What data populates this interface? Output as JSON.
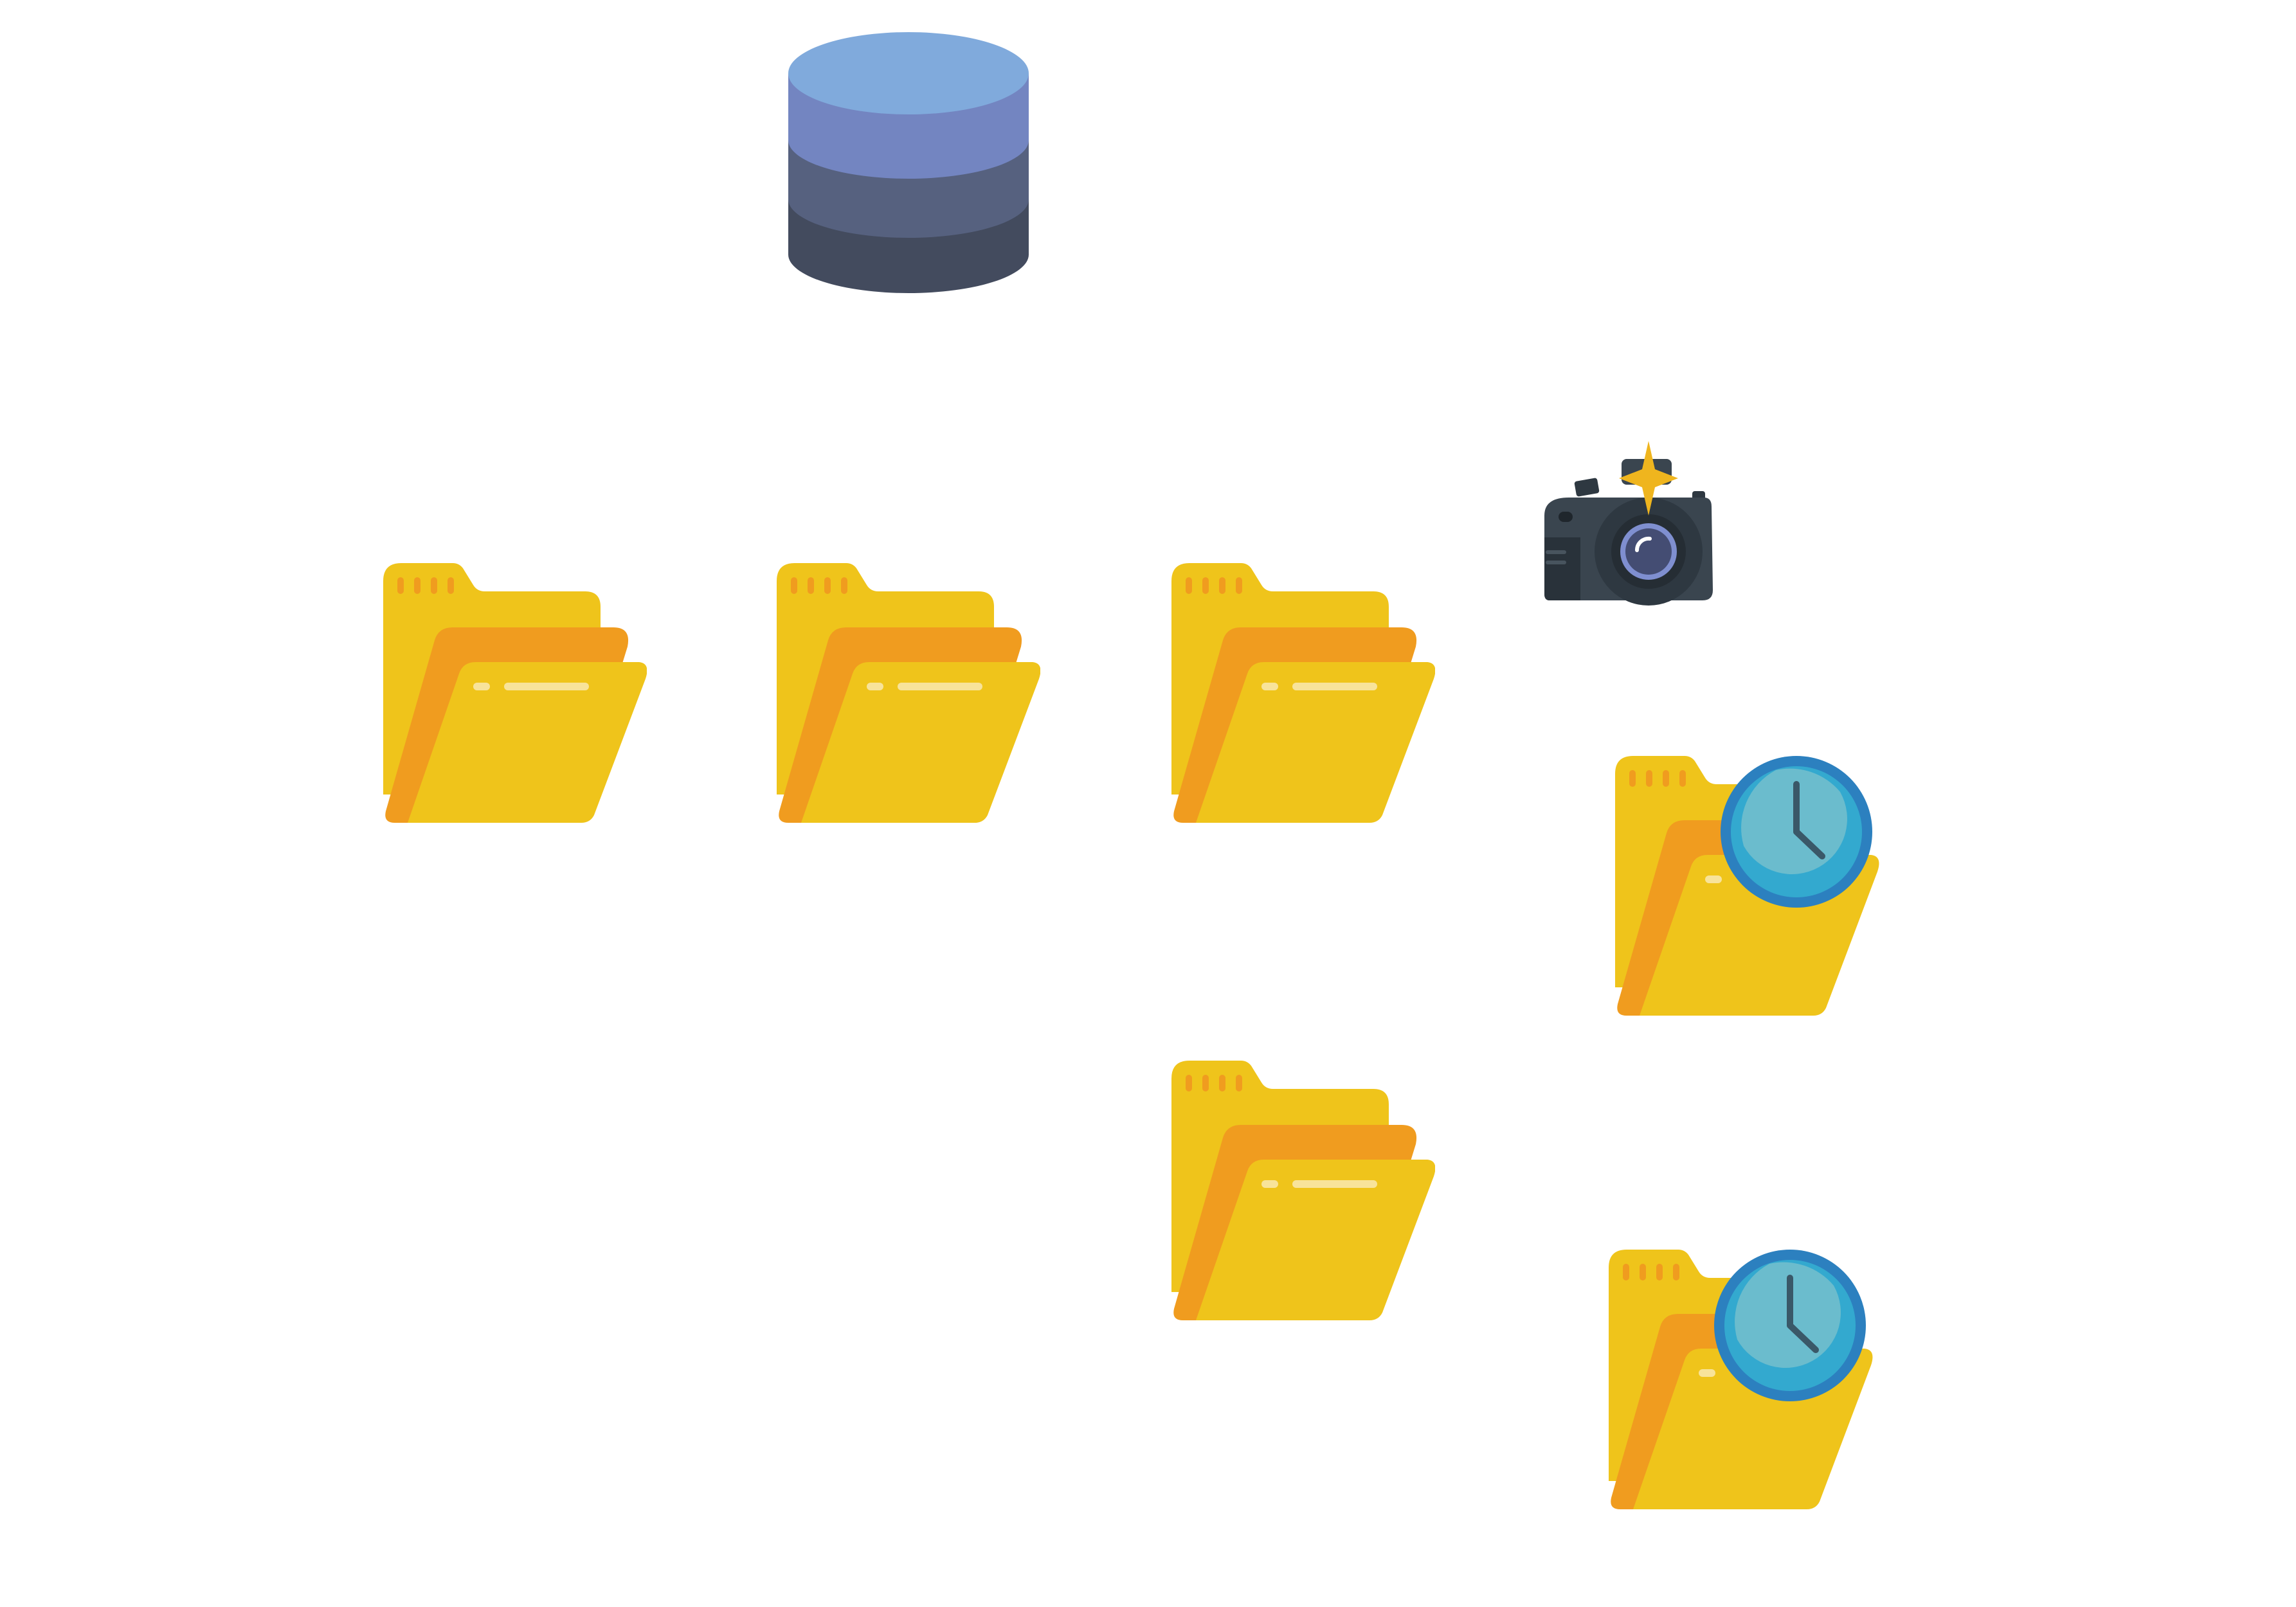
{
  "diagram": {
    "nodes": [
      {
        "id": "database",
        "icon": "database-icon"
      },
      {
        "id": "folder-1",
        "icon": "folder-icon"
      },
      {
        "id": "folder-2",
        "icon": "folder-icon"
      },
      {
        "id": "folder-3",
        "icon": "folder-icon"
      },
      {
        "id": "folder-4",
        "icon": "folder-icon"
      },
      {
        "id": "camera",
        "icon": "camera-icon"
      },
      {
        "id": "folder-clock-1",
        "icon": "scheduled-folder-icon"
      },
      {
        "id": "folder-clock-2",
        "icon": "scheduled-folder-icon"
      }
    ]
  },
  "colors": {
    "background": "#ffffff",
    "folder_body": "#efc41b",
    "folder_accent": "#f09c1f",
    "folder_highlight": "#f8e39a",
    "db_top": "#80aadc",
    "db_layer_2": "#7385c1",
    "db_layer_3": "#56617f",
    "db_layer_4": "#434b5e",
    "camera_body": "#2e3841",
    "camera_lens": "#444d73",
    "camera_lens_ring": "#7f8fd0",
    "camera_flash": "#efb51e",
    "clock_ring": "#2c80bf",
    "clock_face": "#33a9cf",
    "clock_face_light": "#6bbccd",
    "clock_hands": "#3a5868"
  }
}
